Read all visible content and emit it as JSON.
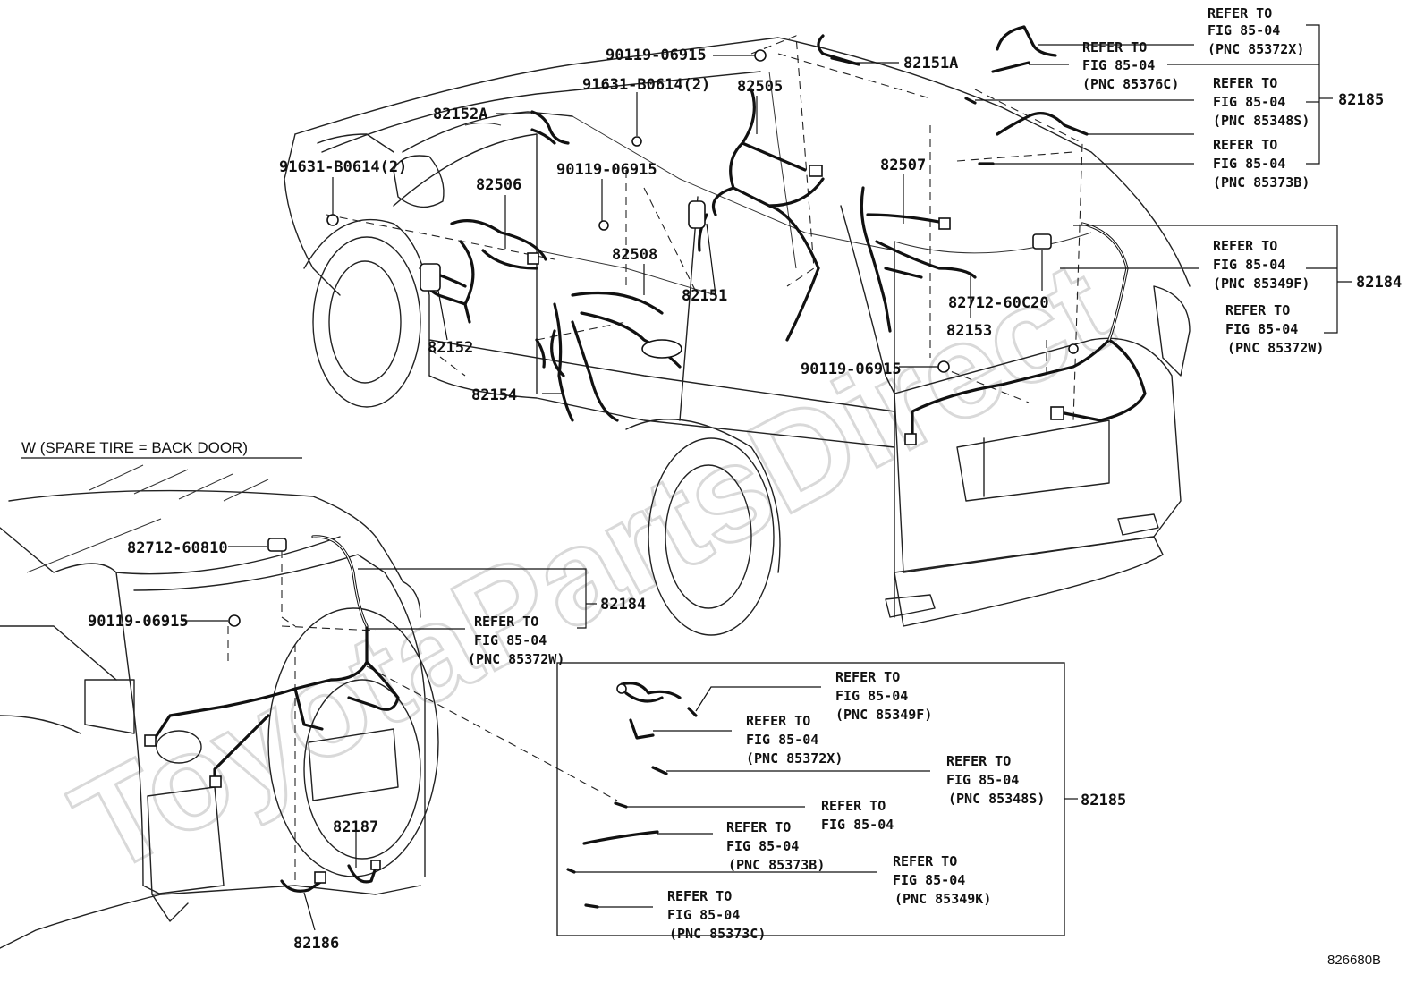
{
  "watermark": "ToyotaPartsDirect",
  "section_label": "W (SPARE TIRE = BACK DOOR)",
  "diagram_code": "826680B",
  "refer": {
    "line1": "REFER TO",
    "line2": "FIG 85-04"
  },
  "parts": {
    "p90119_a": "90119-06915",
    "p82151A": "82151A",
    "p91631_top": "91631-B0614(2)",
    "p82505": "82505",
    "p82152A": "82152A",
    "p91631_left": "91631-B0614(2)",
    "p90119_b": "90119-06915",
    "p82506": "82506",
    "p82507": "82507",
    "p82508": "82508",
    "p82151": "82151",
    "p82152": "82152",
    "p82154": "82154",
    "p82153": "82153",
    "p82712_60C20": "82712-60C20",
    "p90119_c": "90119-06915",
    "p82185_top": "82185",
    "p82184_top": "82184",
    "p82712_60810": "82712-60810",
    "p90119_d": "90119-06915",
    "p82184_low": "82184",
    "p82187": "82187",
    "p82186": "82186",
    "p82185_low": "82185"
  },
  "pnc": {
    "top_85372X": "(PNC 85372X)",
    "top_85376C": "(PNC 85376C)",
    "top_85348S": "(PNC 85348S)",
    "top_85373B": "(PNC 85373B)",
    "mid_85349F": "(PNC 85349F)",
    "mid_85372W": "(PNC 85372W)",
    "low_85372W": "(PNC 85372W)",
    "box_85349F": "(PNC 85349F)",
    "box_85372X": "(PNC 85372X)",
    "box_85348S": "(PNC 85348S)",
    "box_85373B": "(PNC 85373B)",
    "box_85349K": "(PNC 85349K)",
    "box_85373C": "(PNC 85373C)"
  }
}
